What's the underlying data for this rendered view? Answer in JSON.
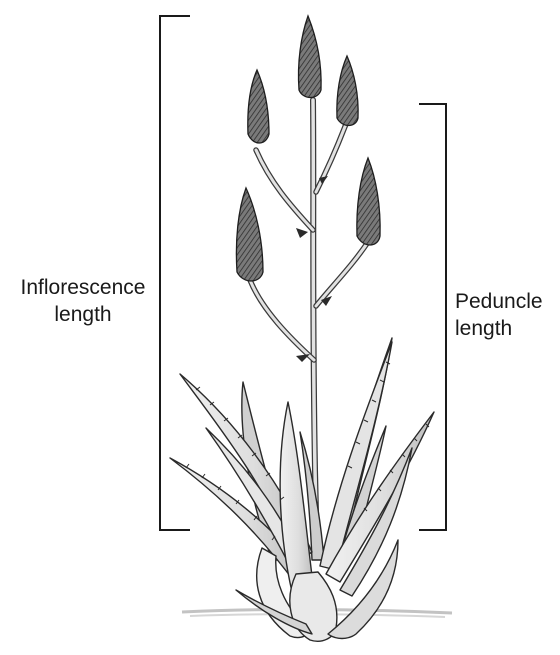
{
  "labels": {
    "inflorescence": {
      "line1": "Inflorescence",
      "line2": "length"
    },
    "peduncle": {
      "line1": "Peduncle",
      "line2": "length"
    }
  },
  "colors": {
    "ink": "#1a1a1a",
    "bud": "#4a4a4a",
    "leaf_fill": "#e3e3e3",
    "leaf_shade": "#b9b9b9",
    "stem": "#d9d9d9",
    "ground": "#bdbdbd"
  }
}
